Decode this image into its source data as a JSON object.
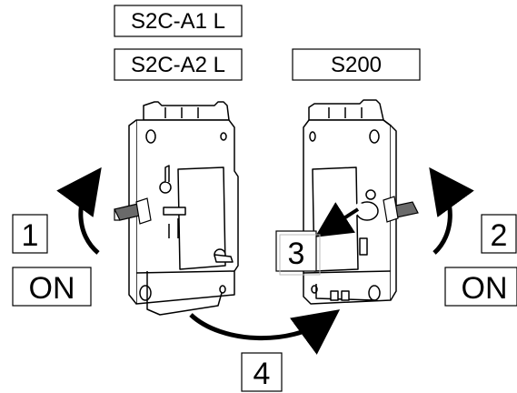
{
  "labels": {
    "model_a1": "S2C-A1 L",
    "model_a2": "S2C-A2 L",
    "model_s200": "S200",
    "step_1": "1",
    "step_2": "2",
    "step_3": "3",
    "step_4": "4",
    "on_left": "ON",
    "on_right": "ON"
  },
  "colors": {
    "line": "#000000",
    "handle": "#555555",
    "box_fill": "#ffffff"
  },
  "icons": {
    "rotate_left": "curved-arrow-icon",
    "rotate_right": "curved-arrow-icon",
    "slide_arrow": "curved-arrow-icon",
    "push_arrow": "arrow-icon"
  }
}
